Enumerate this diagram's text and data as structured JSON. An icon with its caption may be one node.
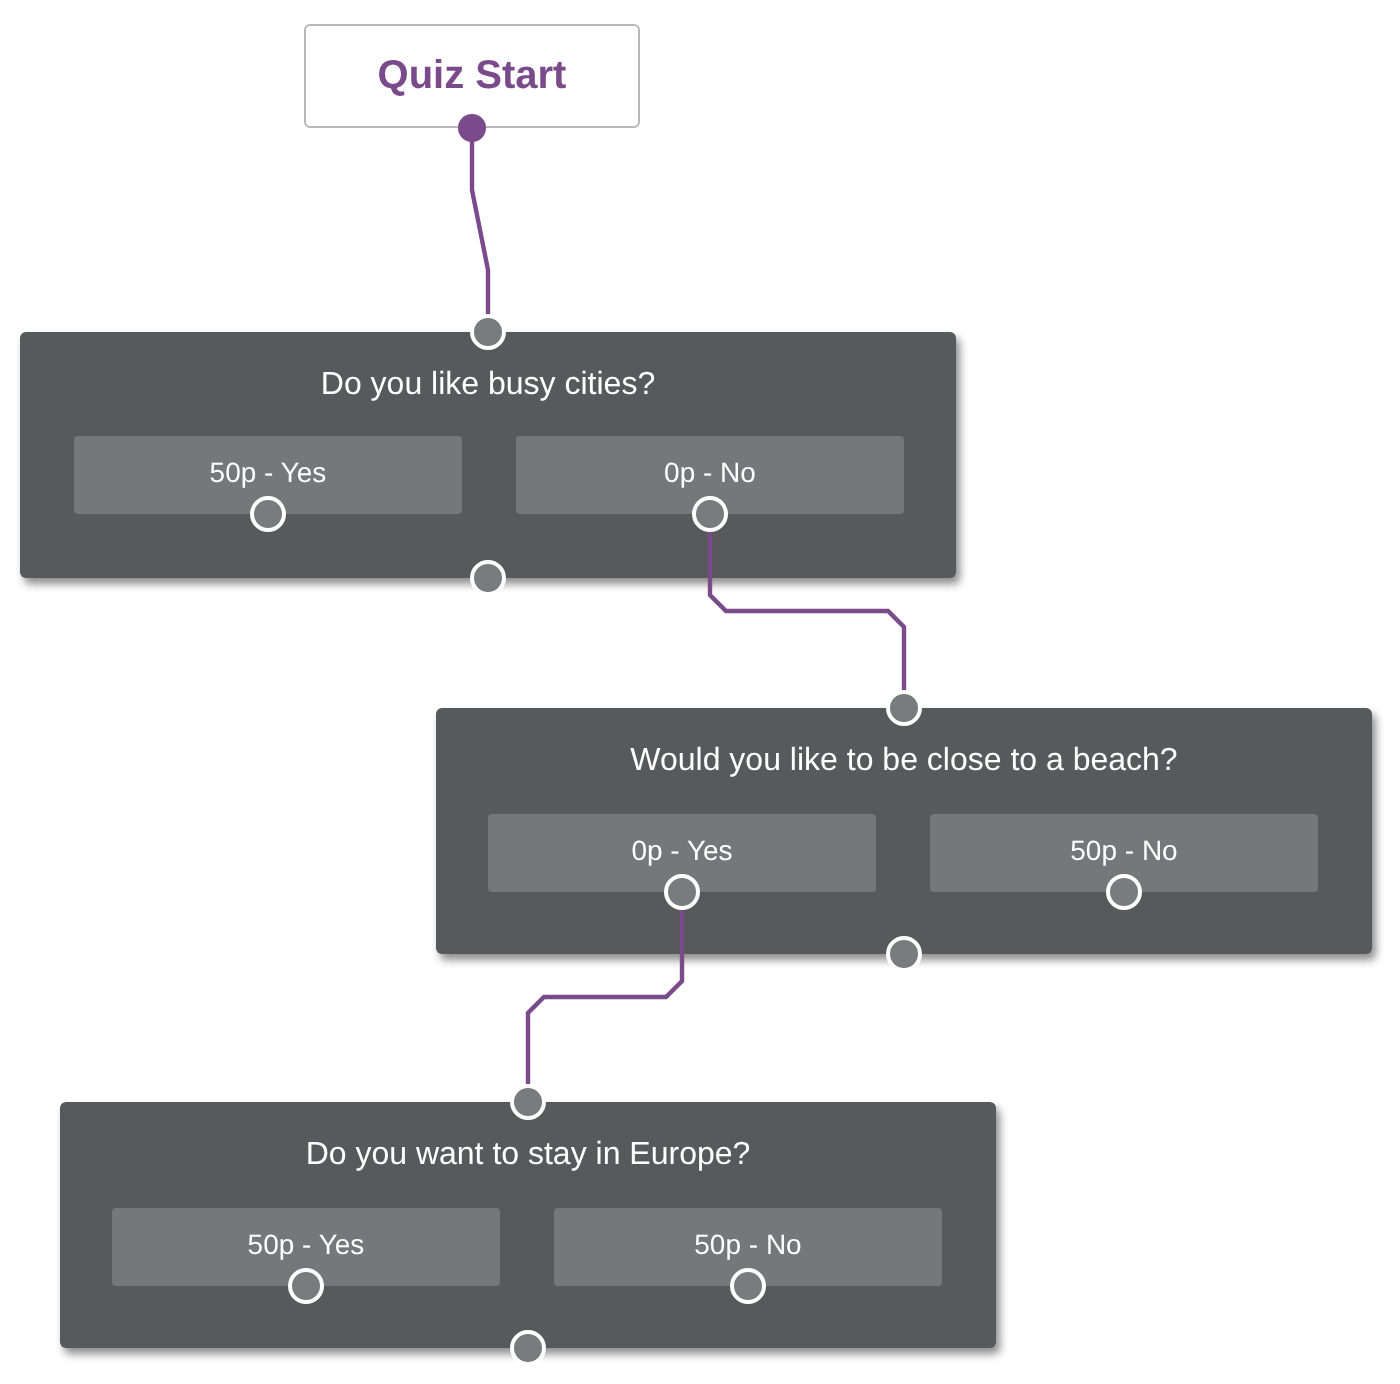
{
  "diagram": {
    "nodes": [
      {
        "text": [
          "Quiz Start"
        ]
      },
      {
        "text": [
          "Do you like busy cities?"
        ]
      },
      {
        "text": [
          "50p - Yes"
        ],
        "in": 1
      },
      {
        "text": [
          "0p - No"
        ],
        "in": 1
      },
      {
        "text": [
          "Would you like to be close to a beach?"
        ]
      },
      {
        "text": [
          "0p - Yes"
        ],
        "in": 4
      },
      {
        "text": [
          "50p - No"
        ],
        "in": 4
      },
      {
        "text": [
          "Do you want to stay in Europe?"
        ]
      },
      {
        "text": [
          "50p - Yes"
        ],
        "in": 7
      },
      {
        "text": [
          "50p - No"
        ],
        "in": 7
      }
    ],
    "edges": [
      {
        "from": 0,
        "to": 1,
        "arrow": "other"
      },
      {
        "from": 3,
        "to": 4,
        "arrow": "other"
      },
      {
        "from": 5,
        "to": 7,
        "arrow": "other"
      }
    ]
  }
}
